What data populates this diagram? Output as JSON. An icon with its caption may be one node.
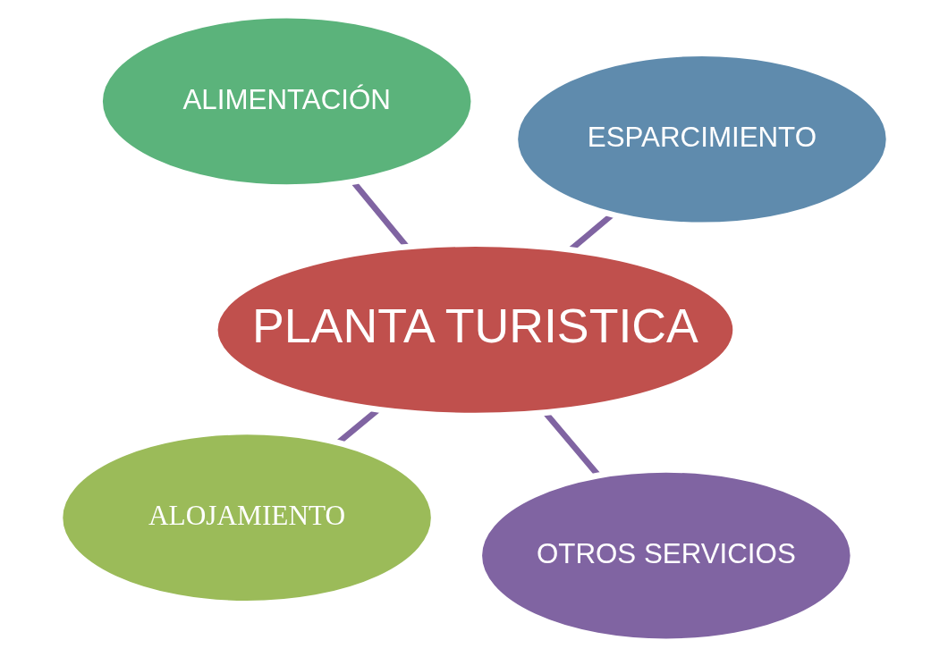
{
  "diagram": {
    "nodes": [
      {
        "text": [
          "ALOJAMIENTO"
        ]
      },
      {
        "text": [
          "OTROS SERVICIOS"
        ]
      },
      {
        "text": [
          "PLANTA TURISTICA"
        ]
      },
      {
        "text": [
          "ALIMENTACIÓN"
        ]
      },
      {
        "text": [
          "ESPARCIMIENTO"
        ]
      }
    ],
    "edges": [
      {
        "from": 2,
        "to": 0,
        "arrow": "none"
      },
      {
        "from": 2,
        "to": 3,
        "arrow": "none"
      },
      {
        "from": 2,
        "to": 4,
        "arrow": "none"
      },
      {
        "from": 2,
        "to": 1,
        "arrow": "none"
      }
    ]
  }
}
